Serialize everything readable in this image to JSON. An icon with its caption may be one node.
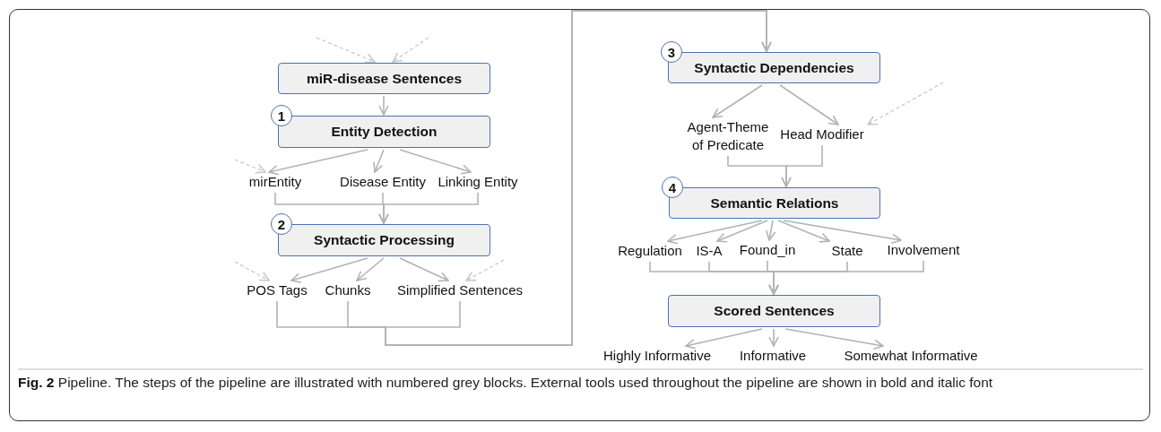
{
  "diagram": {
    "caption": "**Fig. 2** Pipeline. The steps of the pipeline are illustrated with numbered grey blocks. External tools used throughout the pipeline are shown in bold and italic font",
    "nodes": [
      {
        "text": [
          "miR-disease Sentences"
        ]
      },
      {
        "text": [
          "1",
          "Entity Detection"
        ]
      },
      {
        "text": [
          "mirEntity"
        ]
      },
      {
        "text": [
          "Disease Entity"
        ]
      },
      {
        "text": [
          "Linking Entity"
        ]
      },
      {
        "text": [
          "2",
          "Syntactic Processing"
        ]
      },
      {
        "text": [
          "POS Tags"
        ]
      },
      {
        "text": [
          "Chunks"
        ]
      },
      {
        "text": [
          "Simplified Sentences"
        ]
      },
      {
        "text": [
          "3",
          "Syntactic Dependencies"
        ]
      },
      {
        "text": [
          "Agent-Theme of Predicate"
        ]
      },
      {
        "text": [
          "Head Modifier"
        ]
      },
      {
        "text": [
          "4",
          "Semantic Relations"
        ]
      },
      {
        "text": [
          "Regulation"
        ]
      },
      {
        "text": [
          "IS-A"
        ]
      },
      {
        "text": [
          "Found_in"
        ]
      },
      {
        "text": [
          "State"
        ]
      },
      {
        "text": [
          "Involvement"
        ]
      },
      {
        "text": [
          "Scored Sentences"
        ]
      },
      {
        "text": [
          "Highly Informative"
        ]
      },
      {
        "text": [
          "Informative"
        ]
      },
      {
        "text": [
          "Somewhat Informative"
        ]
      }
    ],
    "edges": [
      {
        "from": null,
        "to": 0,
        "arrow": "to",
        "style": "dashed",
        "color": "#c8c8c8"
      },
      {
        "from": null,
        "to": 0,
        "arrow": "to",
        "style": "dashed",
        "color": "#c8c8c8"
      },
      {
        "from": 0,
        "to": 1,
        "arrow": "to"
      },
      {
        "from": 1,
        "to": 2,
        "arrow": "to"
      },
      {
        "from": 1,
        "to": 3,
        "arrow": "to"
      },
      {
        "from": 1,
        "to": 4,
        "arrow": "to"
      },
      {
        "from": null,
        "to": 2,
        "arrow": "to",
        "style": "dashed",
        "color": "#c8c8c8"
      },
      {
        "from": 2,
        "to": 5,
        "arrow": "to"
      },
      {
        "from": 3,
        "to": 5,
        "arrow": "to"
      },
      {
        "from": 4,
        "to": 5,
        "arrow": "to"
      },
      {
        "from": 5,
        "to": 6,
        "arrow": "to"
      },
      {
        "from": 5,
        "to": 7,
        "arrow": "to"
      },
      {
        "from": 5,
        "to": 8,
        "arrow": "to"
      },
      {
        "from": null,
        "to": 6,
        "arrow": "to",
        "style": "dashed",
        "color": "#c8c8c8"
      },
      {
        "from": null,
        "to": 8,
        "arrow": "to",
        "style": "dashed",
        "color": "#c8c8c8"
      },
      {
        "from": 6,
        "to": 9,
        "arrow": "to"
      },
      {
        "from": 7,
        "to": 9,
        "arrow": "to"
      },
      {
        "from": 8,
        "to": 9,
        "arrow": "to"
      },
      {
        "from": 9,
        "to": 10,
        "arrow": "to"
      },
      {
        "from": 9,
        "to": 11,
        "arrow": "to"
      },
      {
        "from": null,
        "to": 11,
        "arrow": "to",
        "style": "dashed",
        "color": "#c8c8c8"
      },
      {
        "from": 10,
        "to": 12,
        "arrow": "to"
      },
      {
        "from": 11,
        "to": 12,
        "arrow": "to"
      },
      {
        "from": 12,
        "to": 13,
        "arrow": "to"
      },
      {
        "from": 12,
        "to": 14,
        "arrow": "to"
      },
      {
        "from": 12,
        "to": 15,
        "arrow": "to"
      },
      {
        "from": 12,
        "to": 16,
        "arrow": "to"
      },
      {
        "from": 12,
        "to": 17,
        "arrow": "to"
      },
      {
        "from": 13,
        "to": 18,
        "arrow": "to"
      },
      {
        "from": 14,
        "to": 18,
        "arrow": "to"
      },
      {
        "from": 15,
        "to": 18,
        "arrow": "to"
      },
      {
        "from": 16,
        "to": 18,
        "arrow": "to"
      },
      {
        "from": 17,
        "to": 18,
        "arrow": "to"
      },
      {
        "from": 18,
        "to": 19,
        "arrow": "to"
      },
      {
        "from": 18,
        "to": 20,
        "arrow": "to"
      },
      {
        "from": 18,
        "to": 21,
        "arrow": "to"
      }
    ]
  }
}
